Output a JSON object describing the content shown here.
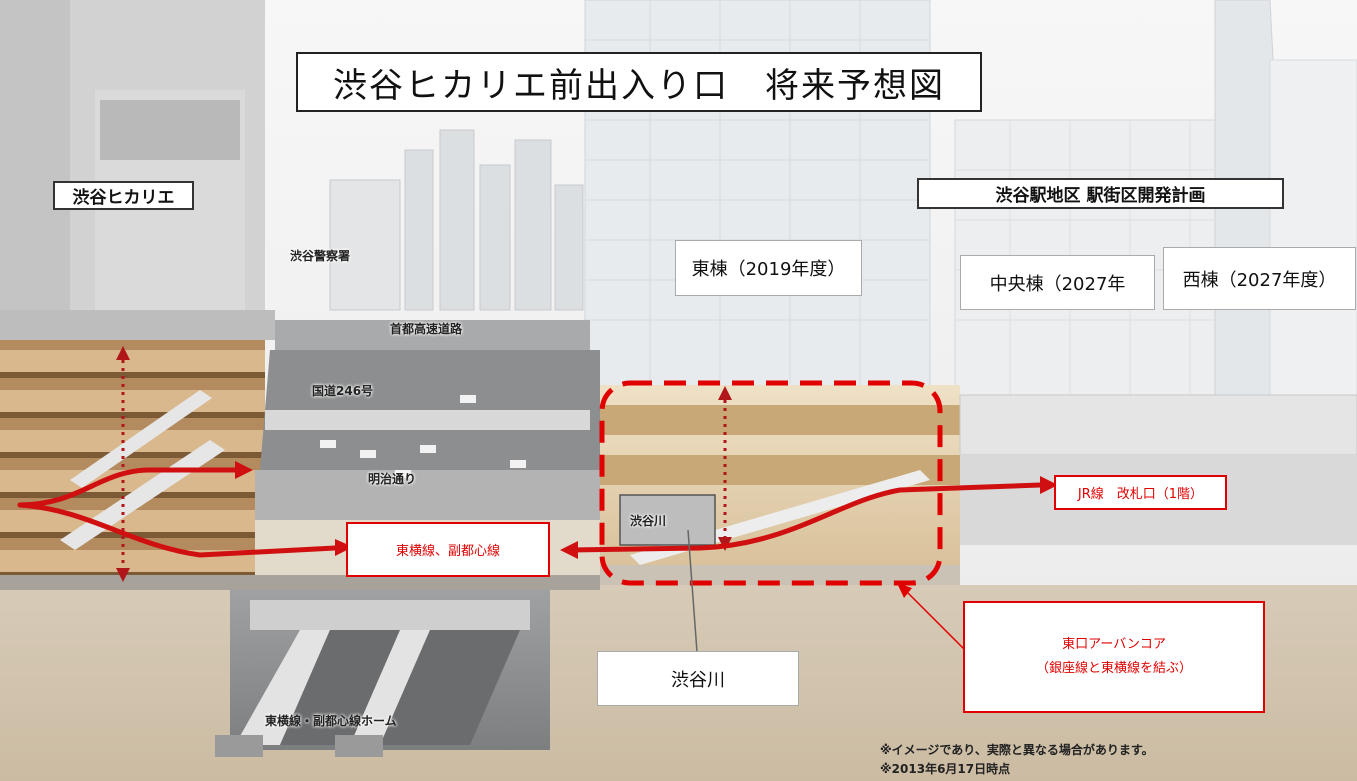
{
  "title": "渋谷ヒカリエ前出入り口　将来予想図",
  "labels": {
    "hikarie": "渋谷ヒカリエ",
    "development": "渋谷駅地区 駅街区開発計画",
    "east_tower": "東棟（2019年度）",
    "central_tower": "中央棟（2027年",
    "west_tower": "西棟（2027年度）",
    "police": "渋谷警察署",
    "expressway": "首都高速道路",
    "route246": "国道246号",
    "meiji": "明治通り",
    "river_inner": "渋谷川",
    "platform": "東横線・副都心線ホーム"
  },
  "callouts": {
    "jr_gate": "JR線　改札口（1階）",
    "toyoko": "東横線、副都心線",
    "urban_core_line1": "東口アーバンコア",
    "urban_core_line2": "（銀座線と東横線を結ぶ）",
    "river": "渋谷川"
  },
  "notes": {
    "line1": "※イメージであり、実際と異なる場合があります。",
    "line2": "※2013年6月17日時点"
  },
  "colors": {
    "accent_red": "#e00000",
    "border_dark": "#222222"
  }
}
